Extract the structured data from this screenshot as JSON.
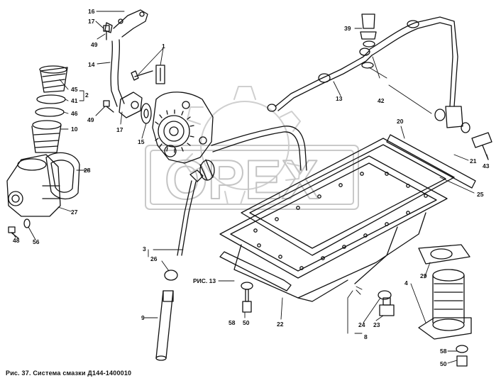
{
  "caption": "Рис. 37. Система смазки Д144-1400010",
  "watermark": {
    "text": "OPEX"
  },
  "colors": {
    "ink": "#111111",
    "paper": "#ffffff",
    "watermark": "#c9c9c9"
  },
  "labels": {
    "l16": "16",
    "l17a": "17",
    "l49a": "49",
    "l14": "14",
    "l1": "1",
    "l45": "45",
    "l41": "41",
    "l2": "2",
    "l46": "46",
    "l10": "10",
    "l49b": "49",
    "l17b": "17",
    "l15": "15",
    "l28": "28",
    "l27": "27",
    "l48": "48",
    "l56": "56",
    "l39": "39",
    "l13": "13",
    "l42": "42",
    "l20": "20",
    "l21": "21",
    "l25": "25",
    "l43": "43",
    "l3": "3",
    "l26": "26",
    "l9": "9",
    "ris13": "РИС. 13",
    "l58a": "58",
    "l50a": "50",
    "l22": "22",
    "l24": "24",
    "l23": "23",
    "l8": "8",
    "l4": "4",
    "l29": "29",
    "l58b": "58",
    "l50b": "50"
  }
}
